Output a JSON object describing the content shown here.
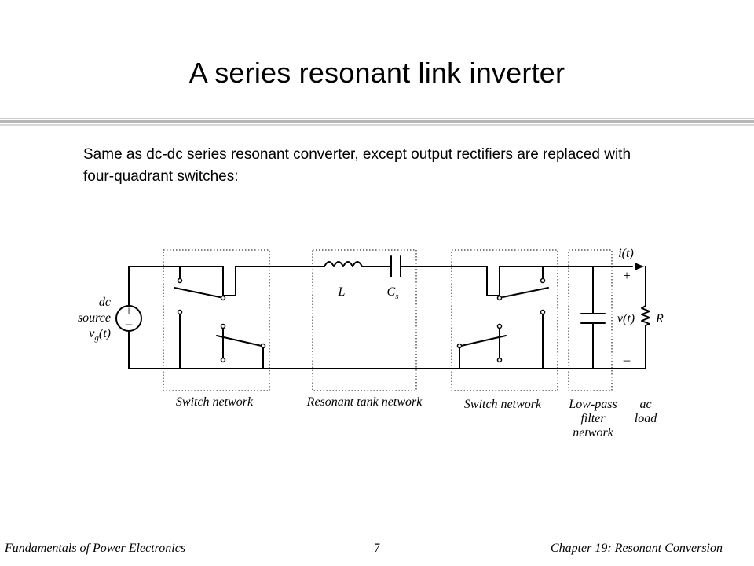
{
  "slide": {
    "title": "A series resonant link inverter",
    "intro": "Same as dc-dc series resonant converter, except output rectifiers are replaced with four-quadrant switches:"
  },
  "circuit": {
    "source_label_1": "dc",
    "source_label_2": "source",
    "source_label_3": "v",
    "source_label_3_sub": "g",
    "source_label_3_arg": "(t)",
    "source_plus": "+",
    "source_minus": "–",
    "inductor_label": "L",
    "capacitor_label": "C",
    "capacitor_sub": "s",
    "current_label": "i(t)",
    "voltage_label": "v(t)",
    "resistor_label": "R",
    "output_plus": "+",
    "output_minus": "–",
    "switch_network_1": "Switch network",
    "resonant_tank": "Resonant tank network",
    "switch_network_2": "Switch network",
    "filter_line_1": "Low-pass",
    "filter_line_2": "filter",
    "filter_line_3": "network",
    "load_line_1": "ac",
    "load_line_2": "load"
  },
  "footer": {
    "left": "Fundamentals of Power Electronics",
    "page_number": "7",
    "right": "Chapter 19: Resonant Conversion"
  }
}
